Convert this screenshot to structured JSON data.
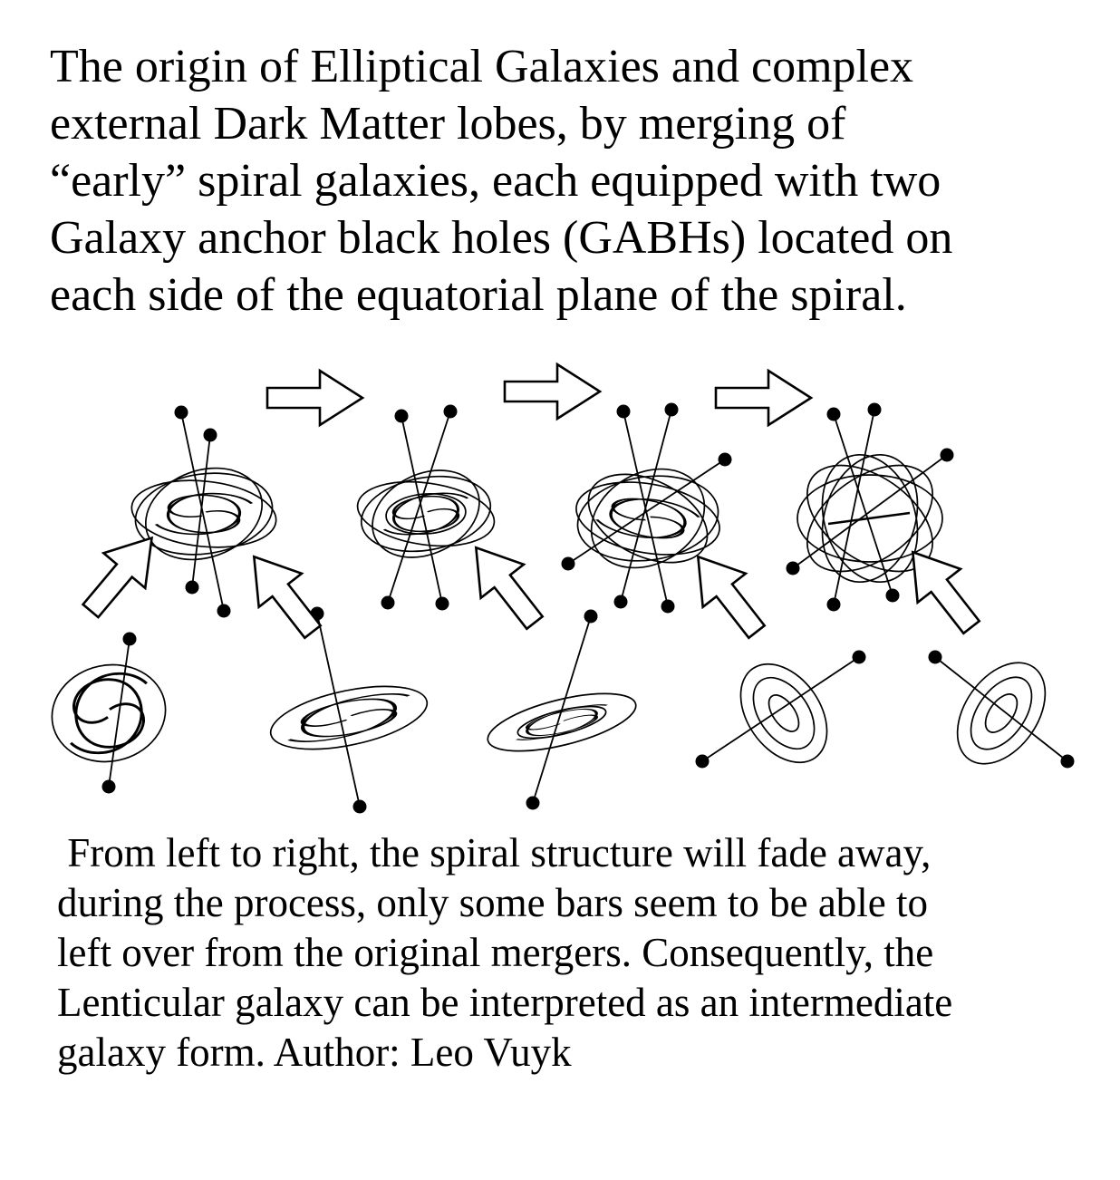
{
  "colors": {
    "ink": "#000000",
    "paper": "#ffffff"
  },
  "title": {
    "lines": [
      "The origin of Elliptical Galaxies and complex",
      "external Dark Matter lobes, by merging of",
      "“early” spiral galaxies, each equipped with two",
      "Galaxy anchor black holes (GABHs) located on",
      "each side of the equatorial plane of the spiral."
    ]
  },
  "caption": {
    "lines": [
      " From left to right, the spiral structure will fade away,",
      "during the process, only some bars seem to be able to",
      "left over from the original mergers. Consequently, the",
      "Lenticular galaxy can be interpreted as an intermediate",
      "galaxy form. Author: Leo Vuyk"
    ]
  }
}
